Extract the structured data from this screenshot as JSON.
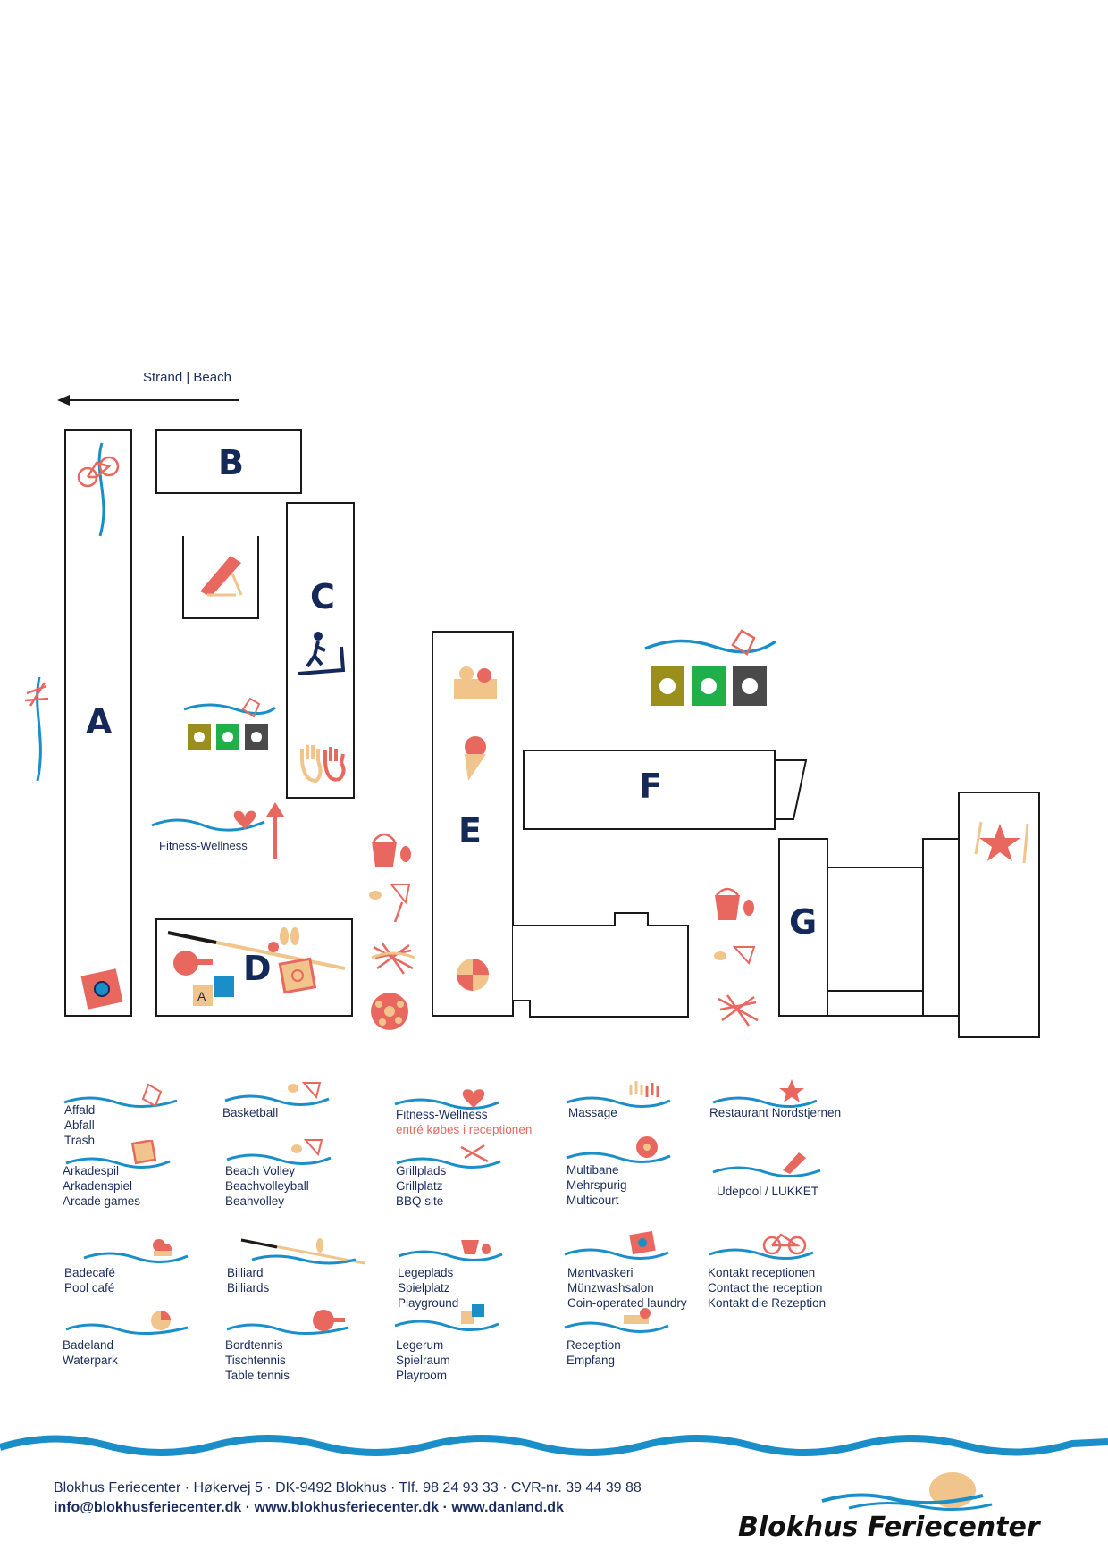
{
  "map": {
    "beach_label": "Strand | Beach",
    "buildings": {
      "A": "A",
      "B": "B",
      "C": "C",
      "D": "D",
      "E": "E",
      "F": "F",
      "G": "G"
    },
    "fitness_label": "Fitness-Wellness"
  },
  "legend": {
    "trash": [
      "Affald",
      "Abfall",
      "Trash"
    ],
    "basketball": [
      "Basketball"
    ],
    "fitness": [
      "Fitness-Wellness"
    ],
    "fitness_note": "entré købes i receptionen",
    "massage": [
      "Massage"
    ],
    "restaurant": [
      "Restaurant Nordstjernen"
    ],
    "arcade": [
      "Arkadespil",
      "Arkadenspiel",
      "Arcade games"
    ],
    "beach_volley": [
      "Beach Volley",
      "Beachvolleyball",
      "Beahvolley"
    ],
    "bbq": [
      "Grillplads",
      "Grillplatz",
      "BBQ site"
    ],
    "multicourt": [
      "Multibane",
      "Mehrspurig",
      "Multicourt"
    ],
    "outdoor_pool": [
      "Udepool  / LUKKET"
    ],
    "pool_cafe": [
      "Badecafé",
      "Pool café"
    ],
    "billiards": [
      "Billiard",
      "Billiards"
    ],
    "playground": [
      "Legeplads",
      "Spielplatz",
      "Playground"
    ],
    "laundry": [
      "Møntvaskeri",
      "Münzwashsalon",
      "Coin-operated laundry"
    ],
    "contact": [
      "Kontakt receptionen",
      "Contact the reception",
      "Kontakt die Rezeption"
    ],
    "waterpark": [
      "Badeland",
      "Waterpark"
    ],
    "table_tennis": [
      "Bordtennis",
      "Tischtennis",
      "Table tennis"
    ],
    "playroom": [
      "Legerum",
      "Spielraum",
      "Playroom"
    ],
    "reception": [
      "Reception",
      "Empfang"
    ]
  },
  "footer": {
    "address": "Blokhus Feriecenter · Høkervej 5 · DK-9492 Blokhus · Tlf. 98 24 93 33 · CVR-nr. 39 44 39 88",
    "web": "info@blokhusferiecenter.dk · www.blokhusferiecenter.dk · www.danland.dk",
    "logo": "Blokhus Feriecenter"
  },
  "colors": {
    "navy": "#14285a",
    "wave_blue": "#1a8ec8",
    "coral": "#e8685f",
    "sand": "#f0c48a"
  }
}
